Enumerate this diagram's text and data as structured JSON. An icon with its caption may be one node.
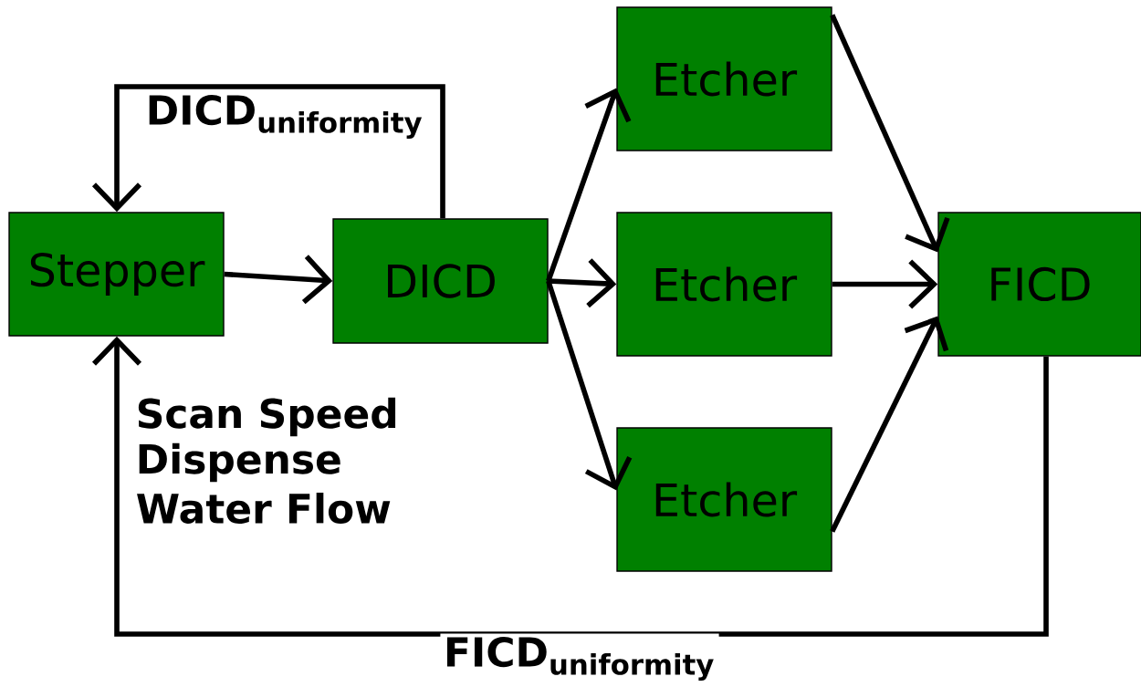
{
  "diagram": {
    "nodes": [
      {
        "text": [
          "Stepper"
        ]
      },
      {
        "text": [
          "DICD"
        ]
      },
      {
        "text": [
          "Etcher"
        ]
      },
      {
        "text": [
          "Etcher"
        ]
      },
      {
        "text": [
          "Etcher"
        ]
      },
      {
        "text": [
          "FICD"
        ]
      }
    ],
    "edges": [
      {
        "from": 0,
        "to": 1,
        "arrow": "to"
      },
      {
        "from": 1,
        "to": 2,
        "arrow": "to"
      },
      {
        "from": 1,
        "to": 3,
        "arrow": "to"
      },
      {
        "from": 1,
        "to": 4,
        "arrow": "to"
      },
      {
        "from": 2,
        "to": 5,
        "arrow": "to"
      },
      {
        "from": 3,
        "to": 5,
        "arrow": "to"
      },
      {
        "from": 4,
        "to": 5,
        "arrow": "to"
      },
      {
        "from": 1,
        "to": 0,
        "arrow": "to",
        "label": "\\textbf{DICD}_{\\textbf{uniformity}}"
      },
      {
        "from": 5,
        "to": 0,
        "arrow": "to",
        "label": "\\textbf{FICD}_{\\textbf{uniformity}}"
      }
    ],
    "labels": [
      "Scan Speed",
      "Dispense",
      "Water Flow"
    ]
  }
}
